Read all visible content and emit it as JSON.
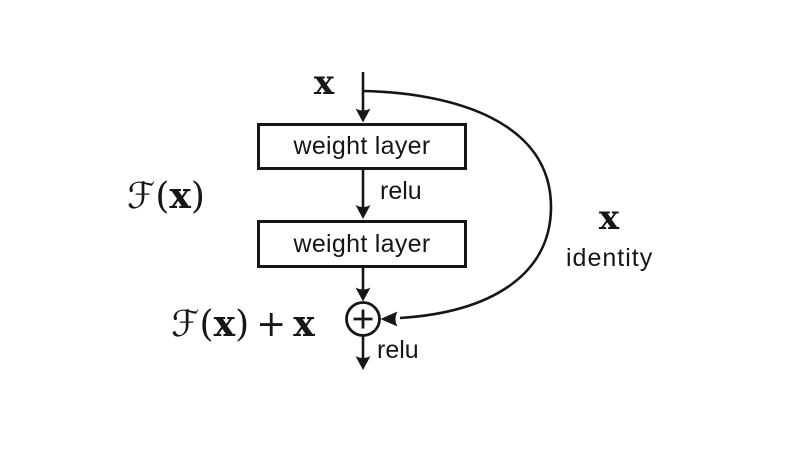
{
  "colors": {
    "background": "#ffffff",
    "ink": "#161616"
  },
  "boxes": {
    "weight_layer_top": "weight layer",
    "weight_layer_bottom": "weight layer"
  },
  "labels": {
    "input_x": "x",
    "relu_mid": "relu",
    "relu_out": "relu",
    "skip_x": "x",
    "identity": "identity"
  },
  "math": {
    "script_f": "ℱ",
    "lparen": "(",
    "x": "x",
    "rparen": ")",
    "plus": "+"
  }
}
